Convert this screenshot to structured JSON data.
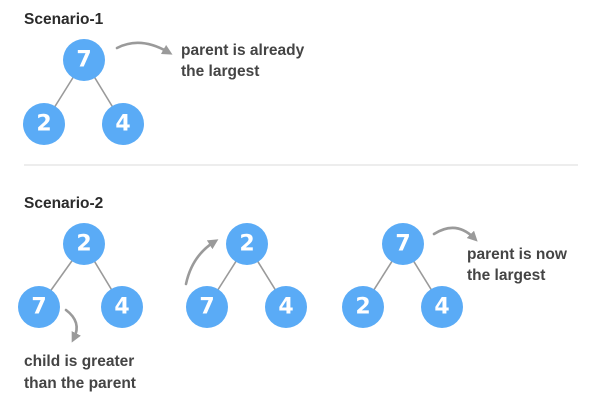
{
  "scenario1": {
    "title": "Scenario-1",
    "tree": {
      "parent": "7",
      "left": "2",
      "right": "4"
    },
    "note": [
      "parent is already",
      "the largest"
    ]
  },
  "scenario2": {
    "title": "Scenario-2",
    "trees": [
      {
        "parent": "2",
        "left": "7",
        "right": "4"
      },
      {
        "parent": "2",
        "left": "7",
        "right": "4"
      },
      {
        "parent": "7",
        "left": "2",
        "right": "4"
      }
    ],
    "child_note": [
      "child is greater",
      "than the parent"
    ],
    "parent_note": [
      "parent is now",
      "the largest"
    ]
  },
  "colors": {
    "node": "#5aabf6",
    "edge": "#9a9a9a",
    "text": "#444444"
  }
}
